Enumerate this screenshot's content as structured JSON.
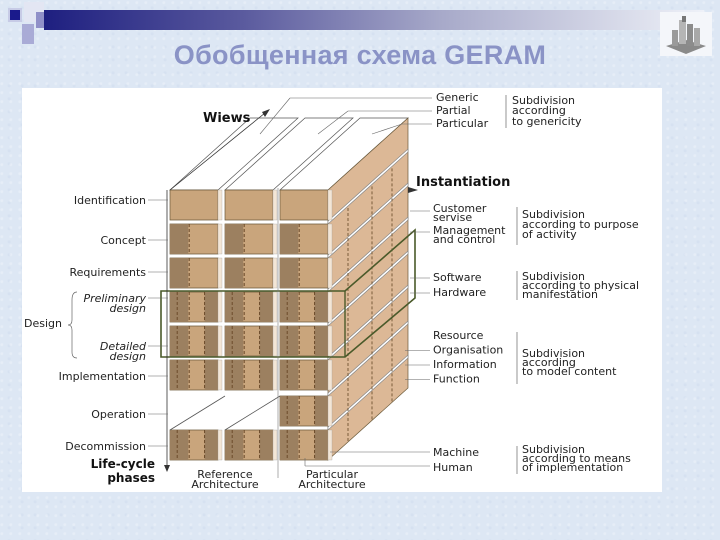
{
  "header": {
    "title": "Обобщенная схема GERAM",
    "title_color": "#8a93c6",
    "logo_icon": "city-buildings-icon"
  },
  "diagram": {
    "axes": {
      "views": "Wiews",
      "instantiation": "Instantiation",
      "lifecycle_line1": "Life-cycle",
      "lifecycle_line2": "phases"
    },
    "genericity": {
      "items": [
        "Generic",
        "Partial",
        "Particular"
      ],
      "note": [
        "Subdivision",
        "according",
        "to genericity"
      ]
    },
    "lifecycle_phases": [
      {
        "label": "Identification"
      },
      {
        "label": "Concept"
      },
      {
        "label": "Requirements"
      },
      {
        "label": "Preliminary",
        "label2": "design",
        "italic": true
      },
      {
        "label": "Detailed",
        "label2": "design",
        "italic": true
      },
      {
        "label": "Implementation"
      },
      {
        "label": "Operation"
      },
      {
        "label": "Decommission"
      }
    ],
    "design_group": "Design",
    "purpose": {
      "items": [
        [
          "Customer",
          "servise"
        ],
        [
          "Management",
          "and control"
        ]
      ],
      "note": [
        "Subdivision",
        "according to purpose",
        "of activity"
      ]
    },
    "physical": {
      "items": [
        "Software",
        "Hardware"
      ],
      "note": [
        "Subdivision",
        "according to physical",
        "manifestation"
      ]
    },
    "model_content": {
      "items": [
        "Resource",
        "Organisation",
        "Information",
        "Function"
      ],
      "note": [
        "Subdivision",
        "according",
        "to model content"
      ]
    },
    "implementation": {
      "items": [
        "Machine",
        "Human"
      ],
      "note": [
        "Subdivision",
        "according to means",
        "of implementation"
      ]
    },
    "architectures": {
      "reference": [
        "Reference",
        "Architecture"
      ],
      "particular": [
        "Particular",
        "Architecture"
      ]
    },
    "colors": {
      "light_face": "#c9a57c",
      "dark_face": "#9c8060",
      "side_face": "#dcb896",
      "outline": "#6b5a3a",
      "highlight_box": "#4a5a2a"
    }
  }
}
